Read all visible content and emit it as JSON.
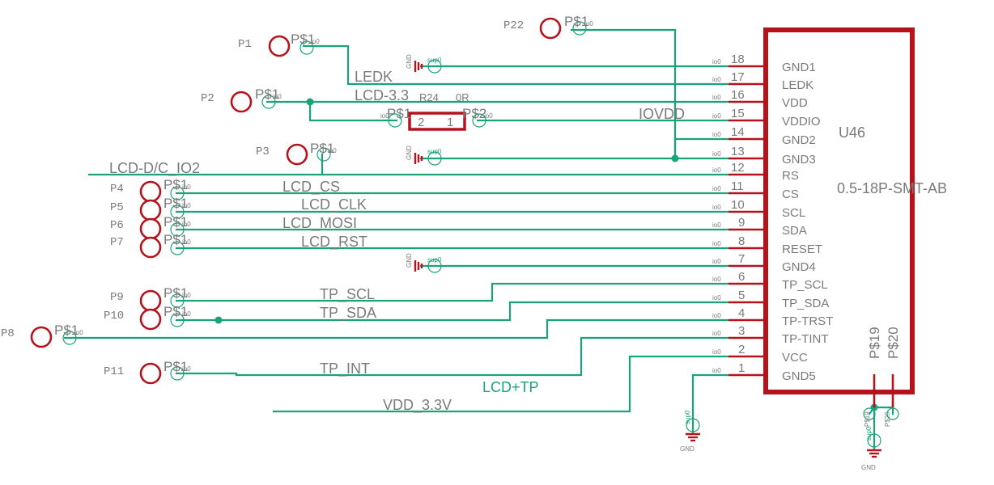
{
  "part": {
    "name": "U46",
    "value": "0.5-18P-SMT-AB"
  },
  "pins": [
    {
      "num": "18",
      "name": "GND1"
    },
    {
      "num": "17",
      "name": "LEDK"
    },
    {
      "num": "16",
      "name": "VDD"
    },
    {
      "num": "15",
      "name": "VDDIO"
    },
    {
      "num": "14",
      "name": "GND2"
    },
    {
      "num": "13",
      "name": "GND3"
    },
    {
      "num": "12",
      "name": "RS"
    },
    {
      "num": "11",
      "name": "CS"
    },
    {
      "num": "10",
      "name": "SCL"
    },
    {
      "num": "9",
      "name": "SDA"
    },
    {
      "num": "8",
      "name": "RESET"
    },
    {
      "num": "7",
      "name": "GND4"
    },
    {
      "num": "6",
      "name": "TP_SCL"
    },
    {
      "num": "5",
      "name": "TP_SDA"
    },
    {
      "num": "4",
      "name": "TP-TRST"
    },
    {
      "num": "3",
      "name": "TP-TINT"
    },
    {
      "num": "2",
      "name": "VCC"
    },
    {
      "num": "1",
      "name": "GND5"
    }
  ],
  "pin_io_label": "io0",
  "pad_tag": "P$1",
  "pad_io_label": "io0",
  "pads": [
    "P1",
    "P2",
    "P3",
    "P4",
    "P5",
    "P6",
    "P7",
    "P8",
    "P9",
    "P10",
    "P11",
    "P22"
  ],
  "nets": {
    "ledk": "LEDK",
    "lcd33": "LCD-3.3",
    "iovdd": "IOVDD",
    "lcd_dc": "LCD-D/C_IO2",
    "lcd_cs": "LCD_CS",
    "lcd_clk": "LCD_CLK",
    "lcd_mosi": "LCD_MOSI",
    "lcd_rst": "LCD_RST",
    "tp_scl": "TP_SCL",
    "tp_sda": "TP_SDA",
    "tp_int": "TP_INT",
    "vdd33": "VDD_3.3V",
    "sheet": "LCD+TP"
  },
  "resistor": {
    "name": "R24",
    "value": "0R",
    "pin2": "2",
    "pin1": "1",
    "left_tag": "P$1",
    "right_tag": "P$2",
    "io": "io0"
  },
  "gnd": {
    "label": "GND",
    "sup_label": "sup0"
  },
  "extra_pads": {
    "p19": "P$19",
    "p20": "P$20"
  }
}
